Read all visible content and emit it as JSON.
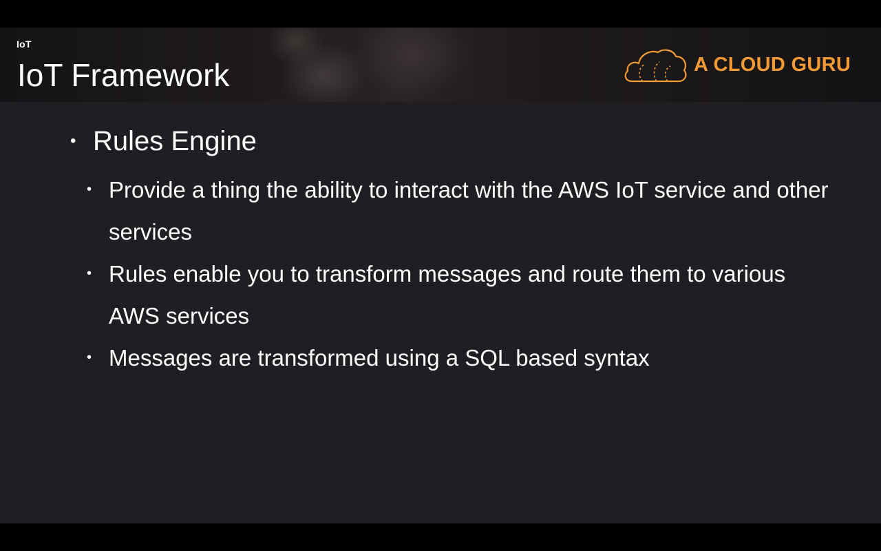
{
  "header": {
    "section_label": "IoT",
    "title": "IoT Framework"
  },
  "logo": {
    "text": "A CLOUD GURU",
    "icon": "cloud-logo-icon",
    "color": "#f29a33"
  },
  "content": {
    "heading": "Rules Engine",
    "bullets": [
      "Provide a thing the ability to interact with the AWS IoT service and other services",
      "Rules enable you to transform messages and route them to various AWS services",
      "Messages are transformed using a SQL based syntax"
    ]
  },
  "colors": {
    "background": "#201e22",
    "text": "#ffffff",
    "accent": "#f29a33"
  }
}
